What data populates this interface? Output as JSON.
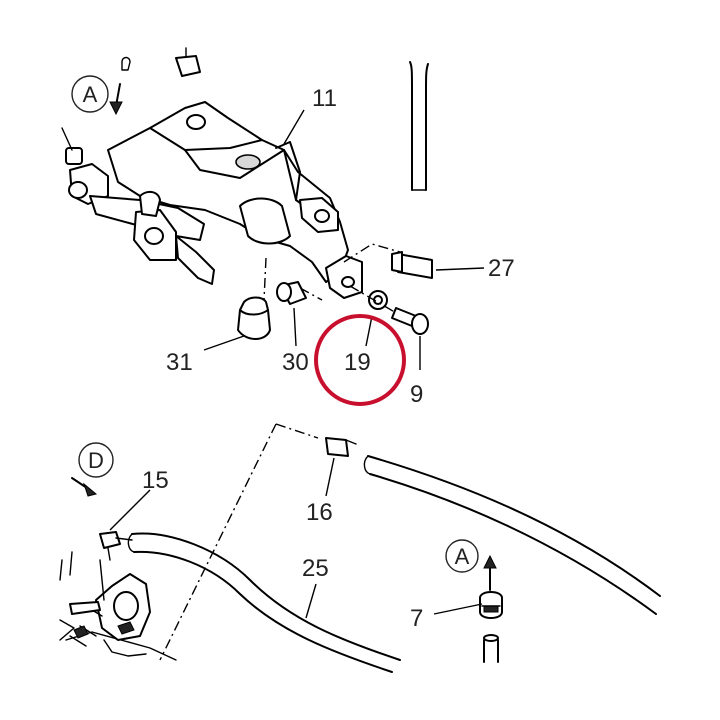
{
  "diagram": {
    "part_labels": {
      "p11": "11",
      "p27": "27",
      "p31": "31",
      "p30": "30",
      "p19": "19",
      "p9": "9",
      "p15": "15",
      "p16": "16",
      "p25": "25",
      "p7": "7"
    },
    "view_refs": {
      "a_top": "A",
      "d_left": "D",
      "a_bottom": "A"
    },
    "highlight_color": "#c8102e",
    "highlighted_part": "19"
  }
}
